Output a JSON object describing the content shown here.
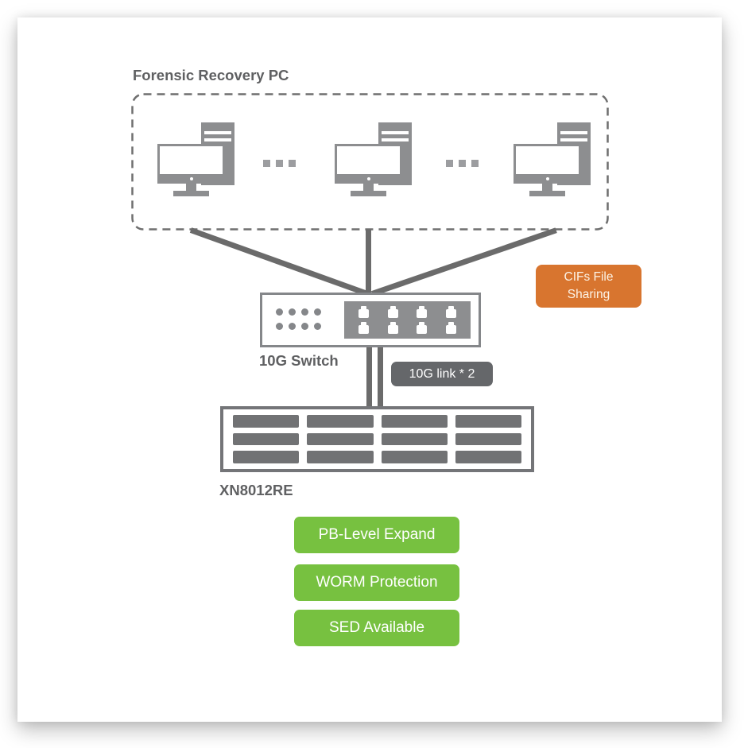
{
  "forensic": {
    "title": "Forensic Recovery PC",
    "ellipsis_groups": 2
  },
  "switch": {
    "label": "10G Switch",
    "led_count": 8,
    "port_count": 8
  },
  "link_badge": {
    "label": "10G link * 2",
    "link_count": 2
  },
  "cifs_badge": {
    "line1": "CIFs File",
    "line2": "Sharing"
  },
  "storage": {
    "label": "XN8012RE",
    "drive_bay_count": 12
  },
  "features": [
    {
      "label": "PB-Level Expand"
    },
    {
      "label": "WORM Protection"
    },
    {
      "label": "SED Available"
    }
  ],
  "counts": {
    "pcs": 3
  },
  "colors": {
    "icon_gray": "#8d8e90",
    "line_gray": "#6b6b6b",
    "label_gray": "#5f6062",
    "bay_gray": "#717274",
    "badge_dark": "#65676a",
    "cifs_orange": "#d8752f",
    "feature_green": "#77c140"
  }
}
